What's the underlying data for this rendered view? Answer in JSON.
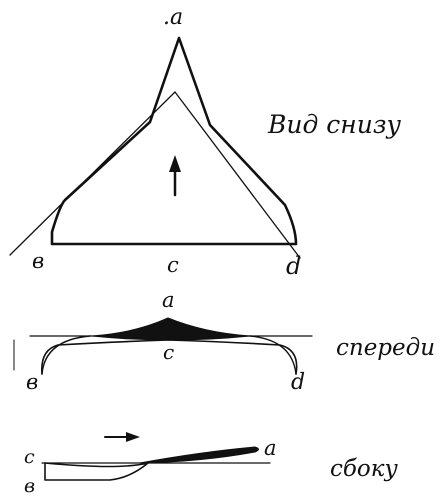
{
  "labels": {
    "top": {
      "a": "a",
      "b": "в",
      "c": "c",
      "d": "d",
      "caption": "Вид снизу"
    },
    "front": {
      "a": "a",
      "b": "в",
      "c": "c",
      "d": "d",
      "caption": "спереди"
    },
    "side": {
      "a": "a",
      "b": "в",
      "c": "c",
      "caption": "сбоку"
    }
  },
  "colors": {
    "ink": "#111111",
    "paper": "#ffffff"
  }
}
